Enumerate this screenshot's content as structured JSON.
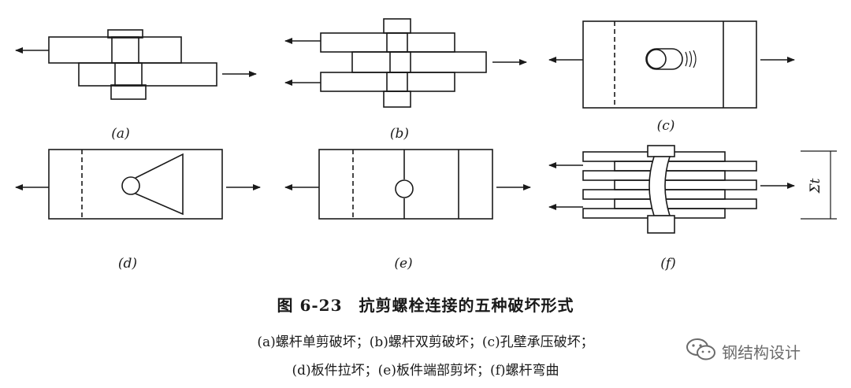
{
  "labels": {
    "a": "(a)",
    "b": "(b)",
    "c": "(c)",
    "d": "(d)",
    "e": "(e)",
    "f": "(f)",
    "sigma_t": "Σt"
  },
  "caption": {
    "title": "图 6-23　抗剪螺栓连接的五种破坏形式",
    "line1": "(a)螺杆单剪破坏；(b)螺杆双剪破坏；(c)孔壁承压破坏；",
    "line2": "(d)板件拉坏；(e)板件端部剪坏；(f)螺杆弯曲"
  },
  "watermark": {
    "text": "钢结构设计",
    "icon": "wechat-icon"
  },
  "colors": {
    "ink": "#1a1a1a",
    "paper": "#ffffff",
    "watermark": "#6b6b6b"
  }
}
